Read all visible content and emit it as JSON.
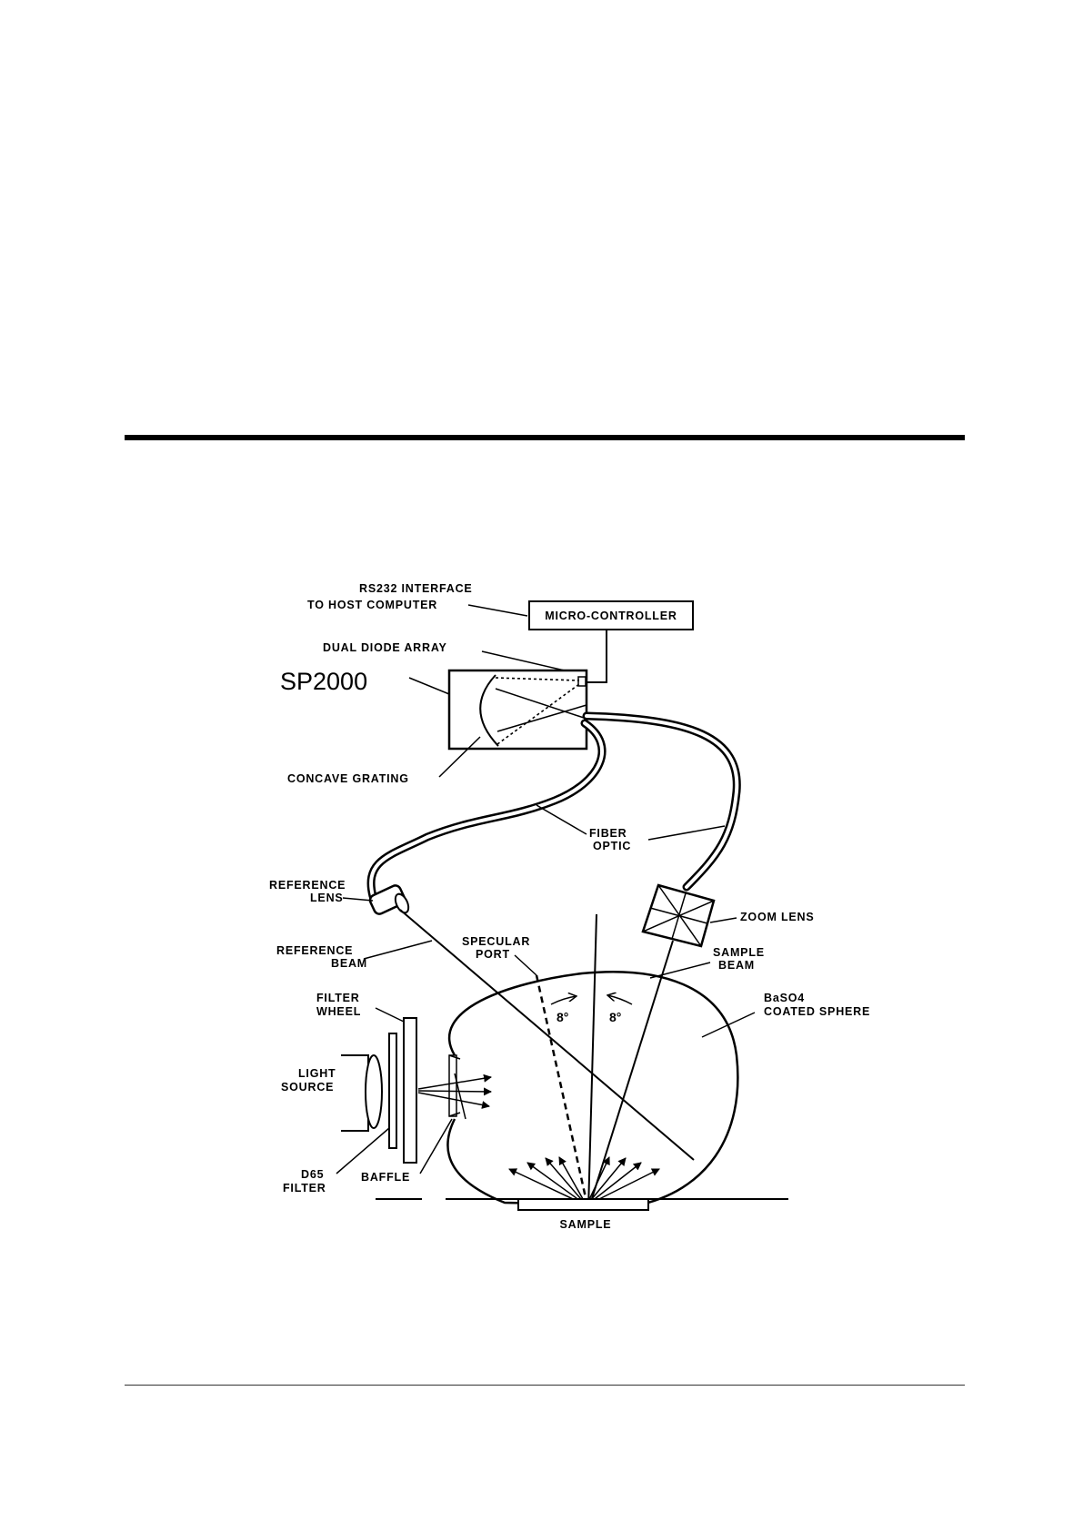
{
  "labels": {
    "rs232_line1": "RS232 INTERFACE",
    "rs232_line2": "TO HOST COMPUTER",
    "micro_controller": "MICRO-CONTROLLER",
    "dual_diode_array": "DUAL DIODE ARRAY",
    "instrument_name": "SP2000",
    "concave_grating": "CONCAVE GRATING",
    "fiber_line1": "FIBER",
    "fiber_line2": "OPTIC",
    "reference_lens_line1": "REFERENCE",
    "reference_lens_line2": "LENS",
    "zoom_lens": "ZOOM LENS",
    "reference_beam_line1": "REFERENCE",
    "reference_beam_line2": "BEAM",
    "specular_port_line1": "SPECULAR",
    "specular_port_line2": "PORT",
    "sample_beam_line1": "SAMPLE",
    "sample_beam_line2": "BEAM",
    "sphere_line1": "BaSO4",
    "sphere_line2": "COATED SPHERE",
    "filter_wheel_line1": "FILTER",
    "filter_wheel_line2": "WHEEL",
    "light_source_line1": "LIGHT",
    "light_source_line2": "SOURCE",
    "d65_filter_line1": "D65",
    "d65_filter_line2": "FILTER",
    "baffle": "BAFFLE",
    "sample": "SAMPLE",
    "angle_left": "8°",
    "angle_right": "8°"
  }
}
